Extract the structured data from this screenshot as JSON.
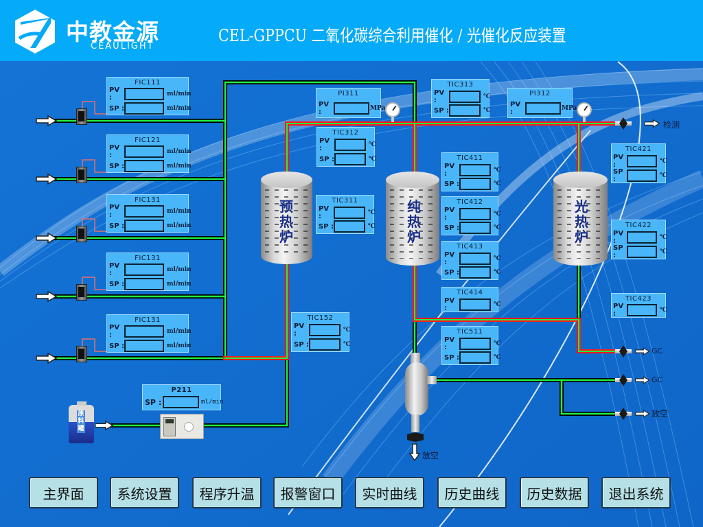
{
  "header": {
    "brand_cn": "中教金源",
    "brand_en": "CEAULIGHT",
    "title": "CEL-GPPCU 二氧化碳综合利用催化 / 光催化反应装置"
  },
  "colors": {
    "title_bar": "#05aaf8",
    "background": "#1272d2",
    "panel": "#48b6f8",
    "button": "#b5e0e6",
    "pipe_gas": "#22ee44",
    "pipe_heated": "#ff1a1a"
  },
  "units": {
    "flow": "ml/min",
    "pressure": "MPa",
    "temp": "℃"
  },
  "labels": {
    "pv": "PV :",
    "sp": "SP :"
  },
  "flow_controllers": [
    {
      "tag": "FIC111",
      "pv": "",
      "sp": ""
    },
    {
      "tag": "FIC121",
      "pv": "",
      "sp": ""
    },
    {
      "tag": "FIC131",
      "pv": "",
      "sp": ""
    },
    {
      "tag": "FIC131",
      "pv": "",
      "sp": ""
    },
    {
      "tag": "FIC131",
      "pv": "",
      "sp": ""
    }
  ],
  "pressure_indicators": [
    {
      "tag": "PI311",
      "pv": ""
    },
    {
      "tag": "PI312",
      "pv": ""
    }
  ],
  "temp_controllers": {
    "TIC313": {
      "tag": "TIC313",
      "pv": "",
      "sp": ""
    },
    "TIC312": {
      "tag": "TIC312",
      "pv": "",
      "sp": ""
    },
    "TIC311": {
      "tag": "TIC311",
      "pv": "",
      "sp": ""
    },
    "TIC152": {
      "tag": "TIC152",
      "pv": "",
      "sp": ""
    },
    "TIC411": {
      "tag": "TIC411",
      "pv": "",
      "sp": ""
    },
    "TIC412": {
      "tag": "TIC412",
      "pv": "",
      "sp": ""
    },
    "TIC413": {
      "tag": "TIC413",
      "pv": "",
      "sp": ""
    },
    "TIC414": {
      "tag": "TIC414",
      "pv": ""
    },
    "TIC511": {
      "tag": "TIC511",
      "pv": "",
      "sp": ""
    },
    "TIC421": {
      "tag": "TIC421",
      "pv": "",
      "sp": ""
    },
    "TIC422": {
      "tag": "TIC422",
      "pv": "",
      "sp": ""
    },
    "TIC423": {
      "tag": "TIC423",
      "pv": ""
    }
  },
  "pump": {
    "tag": "P211",
    "sp": ""
  },
  "tank": {
    "label": "原料罐"
  },
  "furnaces": {
    "preheat": "预热炉",
    "pure_heat": "纯热炉",
    "photo_heat": "光热炉"
  },
  "outlets": {
    "detect": "检测",
    "gc1": "GC",
    "gc2": "GC",
    "vent_right": "放空",
    "vent_bottom": "放空"
  },
  "nav_buttons": [
    {
      "label": "主界面"
    },
    {
      "label": "系统设置"
    },
    {
      "label": "程序升温"
    },
    {
      "label": "报警窗口"
    },
    {
      "label": "实时曲线"
    },
    {
      "label": "历史曲线"
    },
    {
      "label": "历史数据"
    },
    {
      "label": "退出系统"
    }
  ]
}
